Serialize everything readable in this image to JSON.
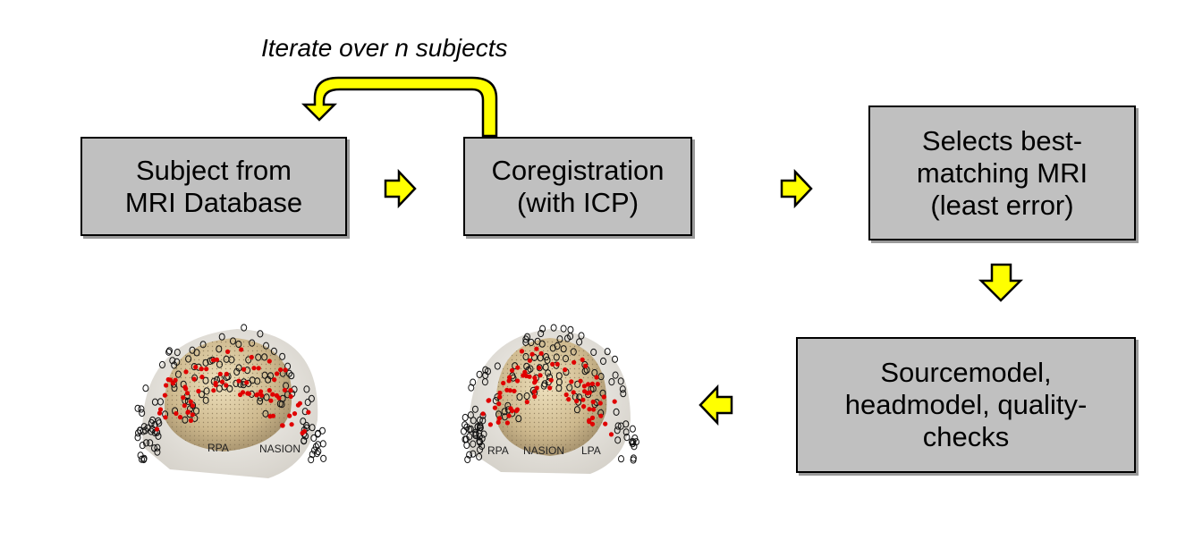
{
  "iterate_label": "Iterate over n subjects",
  "boxes": {
    "subject": [
      "Subject from",
      "MRI Database"
    ],
    "coregistration": [
      "Coregistration",
      "(with ICP)"
    ],
    "selects": [
      "Selects best-",
      "matching MRI",
      "(least error)"
    ],
    "sourcemodel": [
      "Sourcemodel,",
      "headmodel, quality-",
      "checks"
    ]
  },
  "head_labels": {
    "left": [
      "RPA",
      "NASION"
    ],
    "middle": [
      "RPA",
      "NASION",
      "LPA"
    ]
  },
  "colors": {
    "box_fill": "#c0c0c0",
    "arrow_fill": "#ffff00",
    "fiducial": "#e00000",
    "scalp": "#d9c8a0"
  }
}
